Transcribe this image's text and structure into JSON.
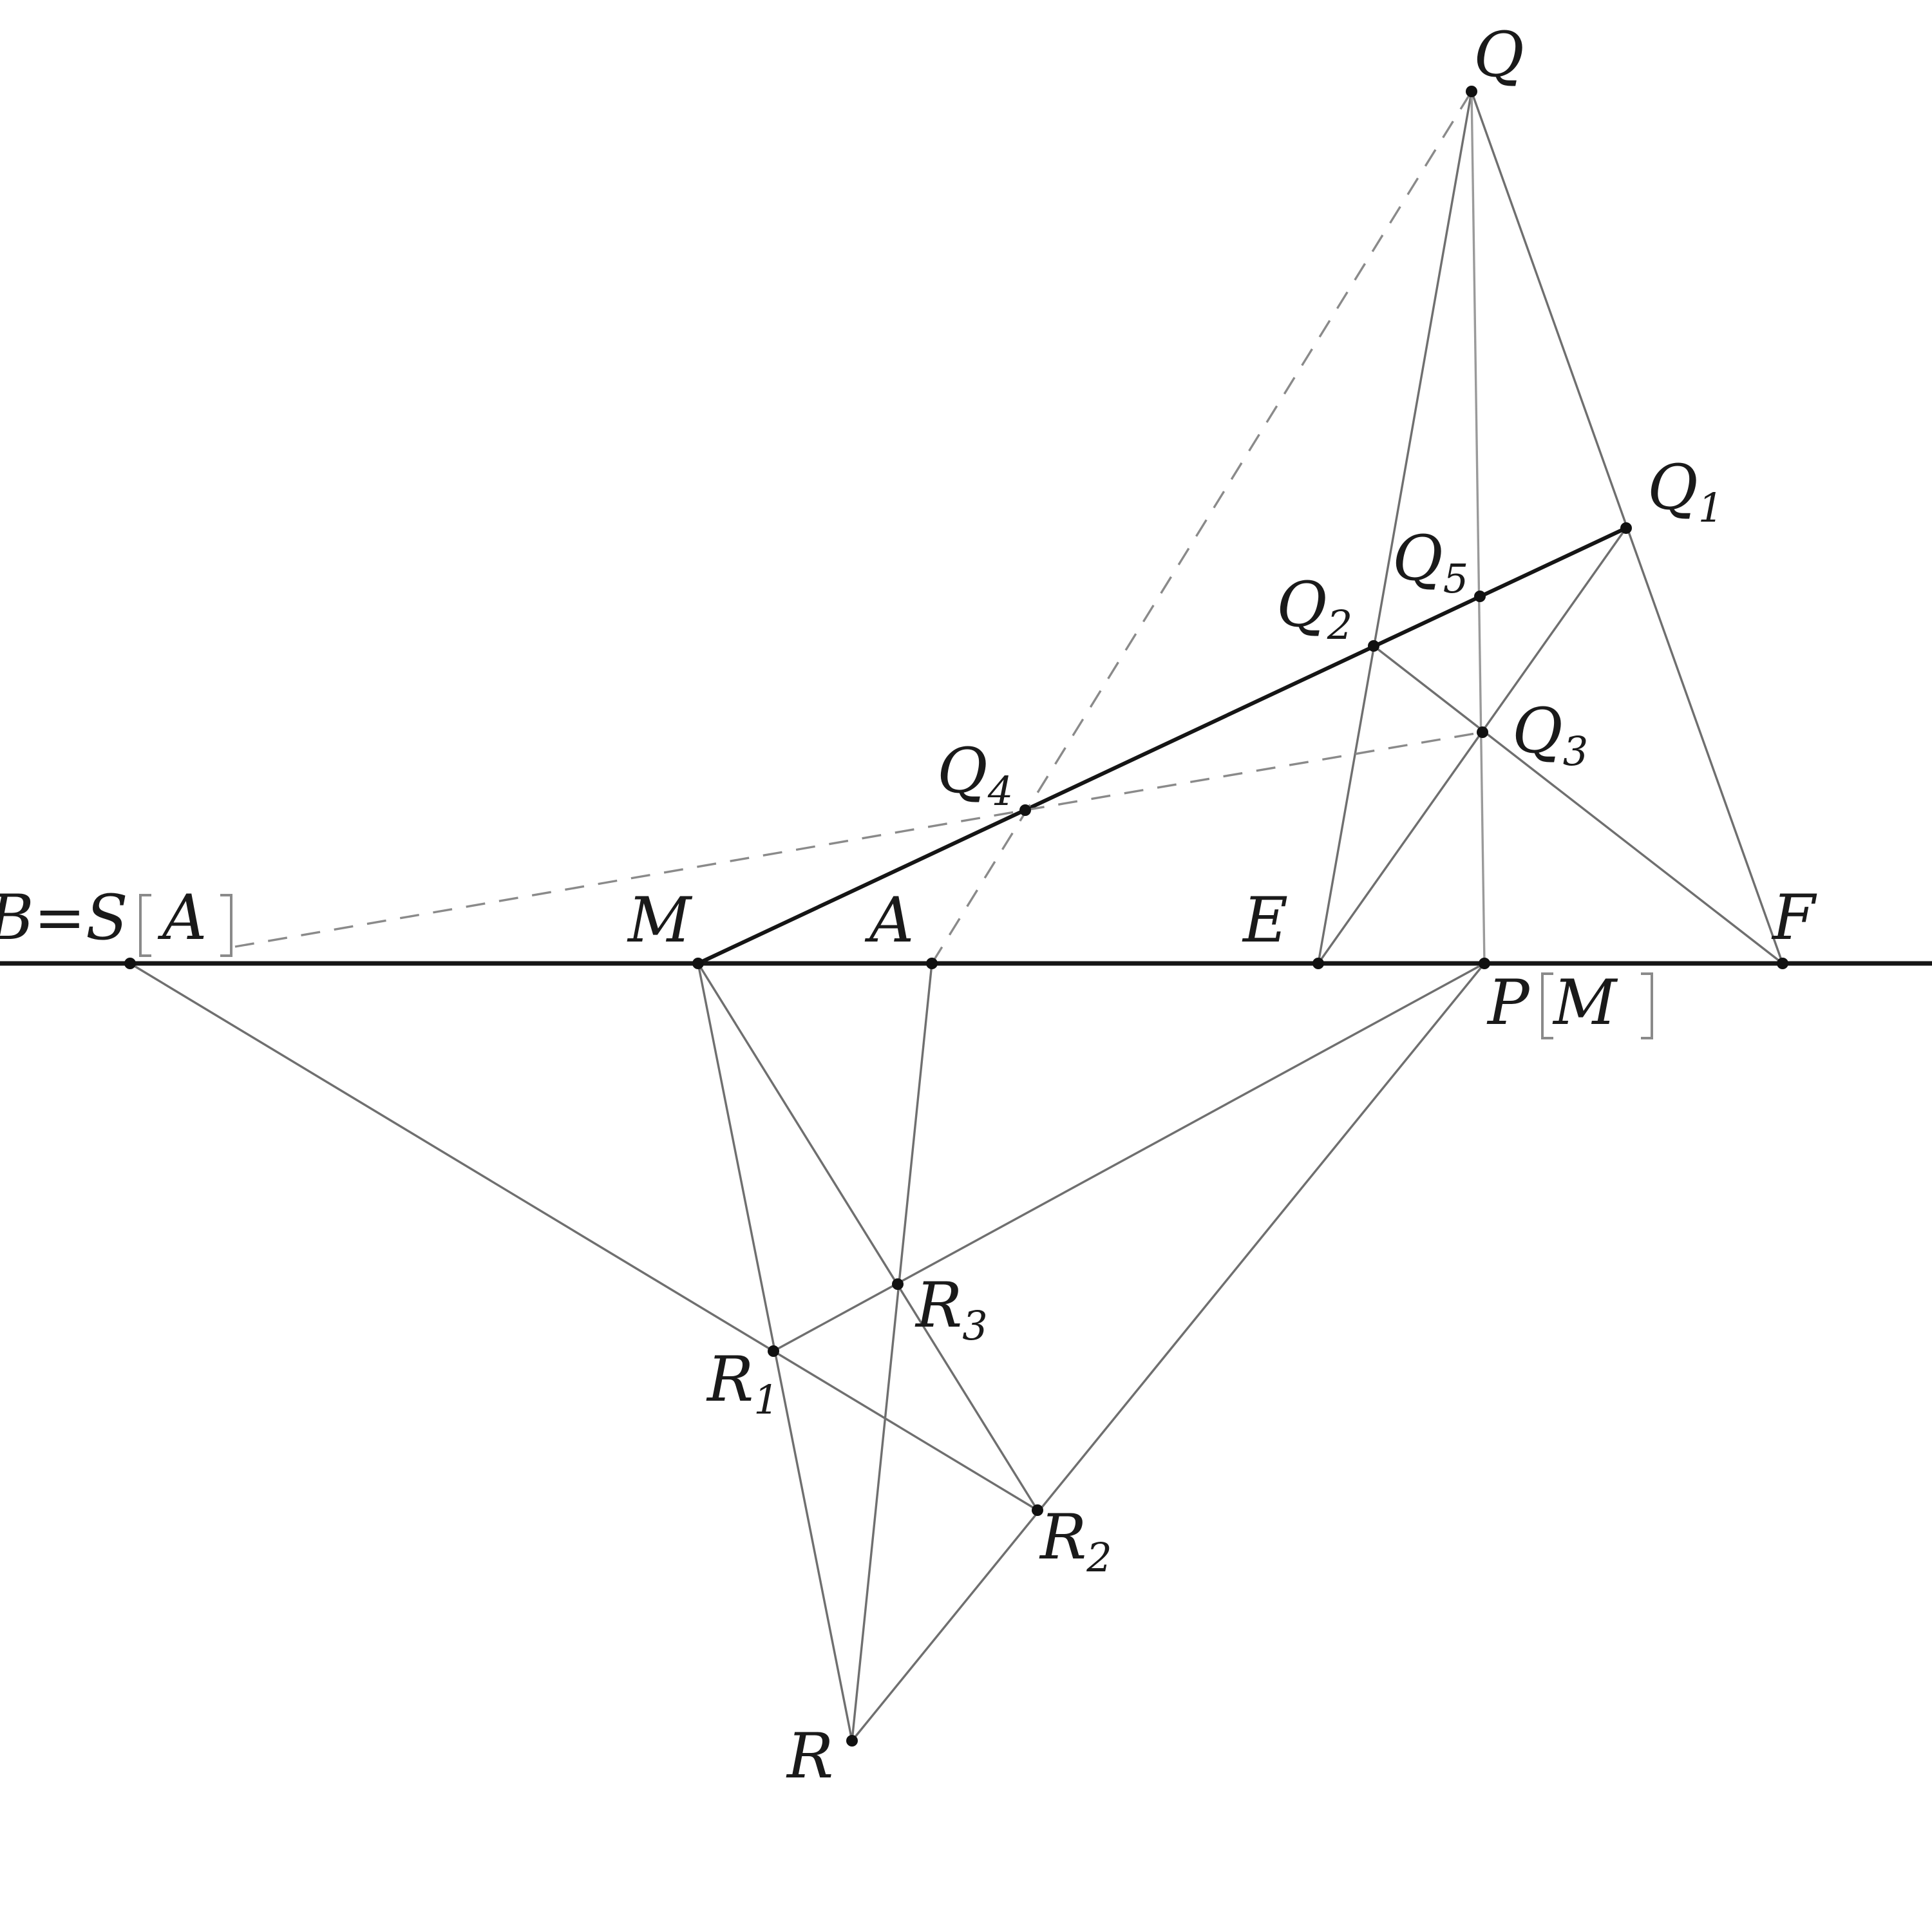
{
  "labels": {
    "Q": {
      "base": "Q",
      "sub": ""
    },
    "Q1": {
      "base": "Q",
      "sub": "1"
    },
    "Q2": {
      "base": "Q",
      "sub": "2"
    },
    "Q3": {
      "base": "Q",
      "sub": "3"
    },
    "Q4": {
      "base": "Q",
      "sub": "4"
    },
    "Q5": {
      "base": "Q",
      "sub": "5"
    },
    "M": {
      "base": "M",
      "sub": ""
    },
    "A": {
      "base": "A",
      "sub": ""
    },
    "E": {
      "base": "E",
      "sub": ""
    },
    "F": {
      "base": "F",
      "sub": ""
    },
    "P": {
      "base": "P",
      "sub": ""
    },
    "P_bracket": "M",
    "B_head": "B=S",
    "B_bracket": "A",
    "R": {
      "base": "R",
      "sub": ""
    },
    "R1": {
      "base": "R",
      "sub": "1"
    },
    "R2": {
      "base": "R",
      "sub": "2"
    },
    "R3": {
      "base": "R",
      "sub": "3"
    }
  }
}
